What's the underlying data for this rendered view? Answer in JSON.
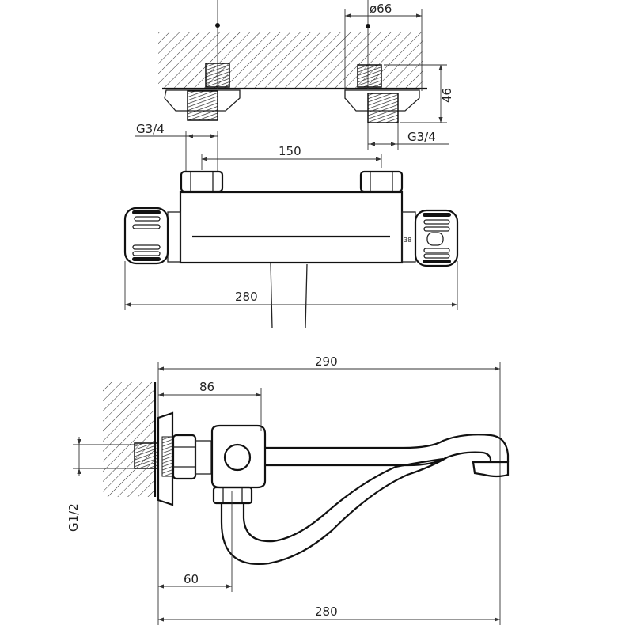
{
  "drawing": {
    "top_view": {
      "diameter_label": "ø66",
      "depth_label": "46",
      "thread_left_label": "G3/4",
      "thread_right_label": "G3/4",
      "spacing_label": "150",
      "scale_mark_label": "38",
      "width_label": "280"
    },
    "side_view": {
      "total_length_label": "290",
      "wall_offset_label": "86",
      "inlet_thread_label": "G1/2",
      "outlet_offset_label": "60",
      "base_length_label": "280"
    }
  }
}
